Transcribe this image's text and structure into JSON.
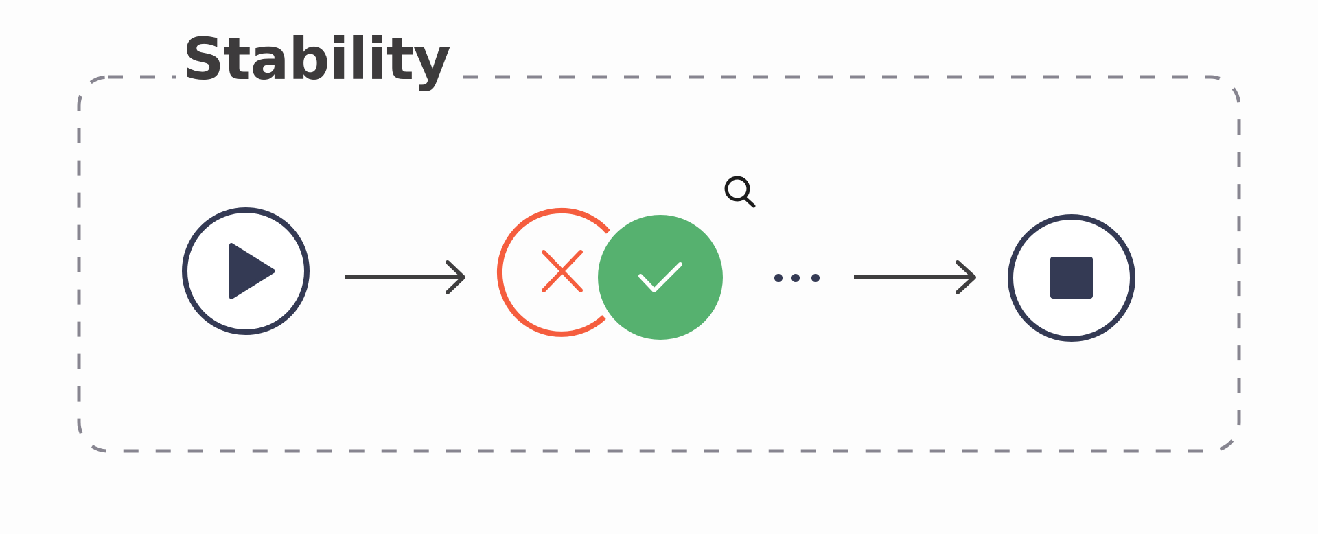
{
  "title": "Stability",
  "colors": {
    "background": "#fdfdfd",
    "border_dash": "#878590",
    "dark_navy": "#343a54",
    "arrow": "#3f3e3f",
    "fail_red": "#f55d3e",
    "pass_green": "#56b16f",
    "title_text": "#3d3b3c"
  },
  "nodes": [
    {
      "id": "start",
      "icon": "play-icon",
      "label": ""
    },
    {
      "id": "retry",
      "icon": "fail-then-pass-icon",
      "label": ""
    },
    {
      "id": "inspect",
      "icon": "magnifier-icon",
      "label": ""
    },
    {
      "id": "more",
      "icon": "ellipsis-icon",
      "label": ""
    },
    {
      "id": "end",
      "icon": "stop-icon",
      "label": ""
    }
  ]
}
